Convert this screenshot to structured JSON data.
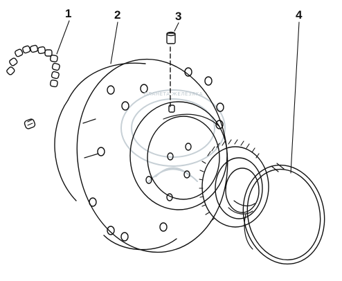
{
  "callouts": [
    {
      "id": "1",
      "label": "1"
    },
    {
      "id": "2",
      "label": "2"
    },
    {
      "id": "3",
      "label": "3"
    },
    {
      "id": "4",
      "label": "4"
    }
  ],
  "watermark": {
    "text": "ПЛАНЕТА ЖЕЛЕЗЯКА"
  },
  "colors": {
    "line": "#111111",
    "watermark": "#c7d0d6"
  }
}
